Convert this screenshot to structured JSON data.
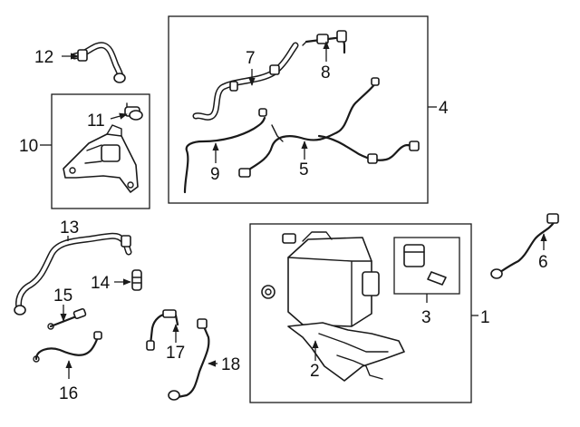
{
  "callouts": [
    {
      "id": "1",
      "label": "1"
    },
    {
      "id": "2",
      "label": "2"
    },
    {
      "id": "3",
      "label": "3"
    },
    {
      "id": "4",
      "label": "4"
    },
    {
      "id": "5",
      "label": "5"
    },
    {
      "id": "6",
      "label": "6"
    },
    {
      "id": "7",
      "label": "7"
    },
    {
      "id": "8",
      "label": "8"
    },
    {
      "id": "9",
      "label": "9"
    },
    {
      "id": "10",
      "label": "10"
    },
    {
      "id": "11",
      "label": "11"
    },
    {
      "id": "12",
      "label": "12"
    },
    {
      "id": "13",
      "label": "13"
    },
    {
      "id": "14",
      "label": "14"
    },
    {
      "id": "15",
      "label": "15"
    },
    {
      "id": "16",
      "label": "16"
    },
    {
      "id": "17",
      "label": "17"
    },
    {
      "id": "18",
      "label": "18"
    }
  ],
  "colors": {
    "line": "#1a1a1a",
    "background": "#ffffff"
  }
}
